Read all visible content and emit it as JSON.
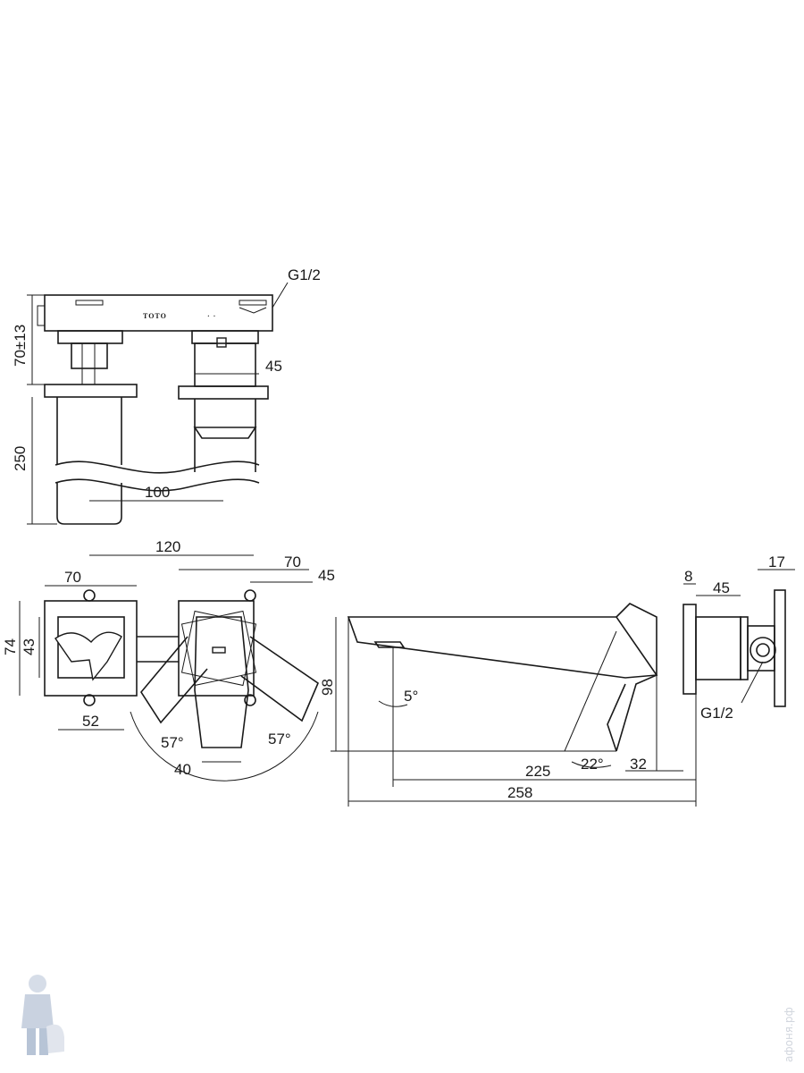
{
  "brand_mark": "TOTO",
  "thread_top": "G1/2",
  "thread_side": "G1/2",
  "dims": {
    "top_height": "70±13",
    "top_body_len": "250",
    "top_spout_width": "45",
    "top_spacing": "100",
    "front_spacing": "120",
    "front_left_plate": "70",
    "front_right_plate": "70",
    "front_right_45": "45",
    "front_height_74": "74",
    "front_height_43": "43",
    "front_bottom_52": "52",
    "front_angle_left": "57°",
    "front_angle_right": "57°",
    "front_bottom_40": "40",
    "side_8": "8",
    "side_45": "45",
    "side_17": "17",
    "side_98": "98",
    "side_angle_5": "5°",
    "side_225": "225",
    "side_angle_22": "22°",
    "side_32": "32",
    "side_258": "258"
  },
  "watermark": "афоня.рф"
}
